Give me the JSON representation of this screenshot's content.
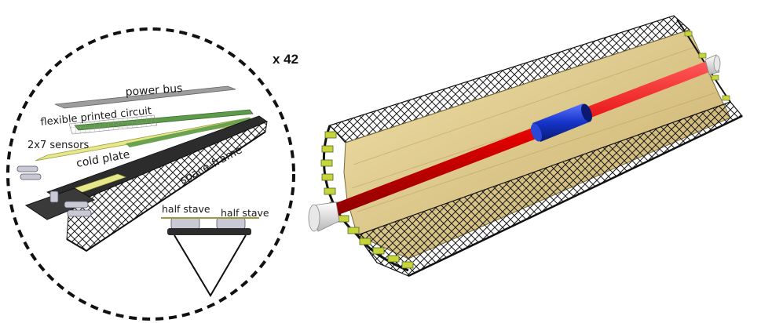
{
  "exploded_view": {
    "labels": {
      "power_bus": "power bus",
      "flexible_printed_circuit": "flexible printed circuit",
      "sensors": "2x7 sensors",
      "cold_plate": "cold plate",
      "space_frame": "space-frame"
    },
    "cross_section": {
      "half_stave_left": "half stave",
      "half_stave_right": "half stave"
    },
    "multiplier": "x 42"
  },
  "colors": {
    "beam_pipe": "#e00000",
    "interaction_region": "#1533c8",
    "barrel_interior": "#d9c48a",
    "truss": "#1a1a1a",
    "cold_plate": "#e6e88a",
    "fpc": "#5d9a4a",
    "staves_edge": "#c8d43a"
  }
}
